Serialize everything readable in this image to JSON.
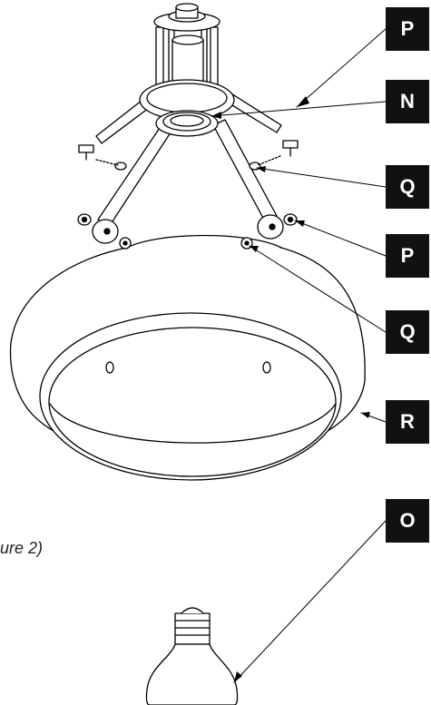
{
  "labels": {
    "p_top": "P",
    "n": "N",
    "q_upper": "Q",
    "p_lower": "P",
    "q_lower": "Q",
    "r": "R",
    "o": "O"
  },
  "caption": "ure 2)",
  "colors": {
    "label_bg": "#111111",
    "label_text": "#ffffff",
    "line": "#000000"
  }
}
